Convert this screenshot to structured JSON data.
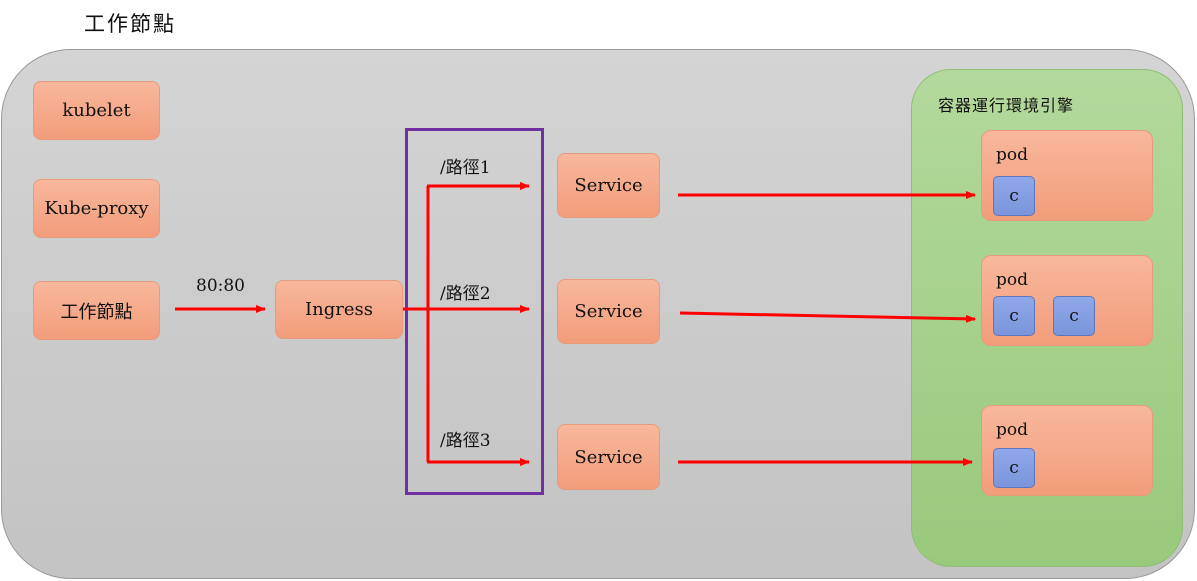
{
  "title": "工作節點",
  "components": {
    "kubelet": "kubelet",
    "kube_proxy": "Kube-proxy",
    "worker_node": "工作節點",
    "ingress": "Ingress",
    "port": "80:80"
  },
  "routes": [
    {
      "path": "/路徑1",
      "service": "Service"
    },
    {
      "path": "/路徑2",
      "service": "Service"
    },
    {
      "path": "/路徑3",
      "service": "Service"
    }
  ],
  "engine": {
    "label": "容器運行環境引擎",
    "pods": [
      {
        "label": "pod",
        "containers": [
          "c"
        ]
      },
      {
        "label": "pod",
        "containers": [
          "c",
          "c"
        ]
      },
      {
        "label": "pod",
        "containers": [
          "c"
        ]
      }
    ]
  },
  "colors": {
    "arrow": "#ff0000",
    "router_border": "#7030a0",
    "box": "#f5a585",
    "engine": "#a9d18e",
    "container": "#8faadc"
  }
}
